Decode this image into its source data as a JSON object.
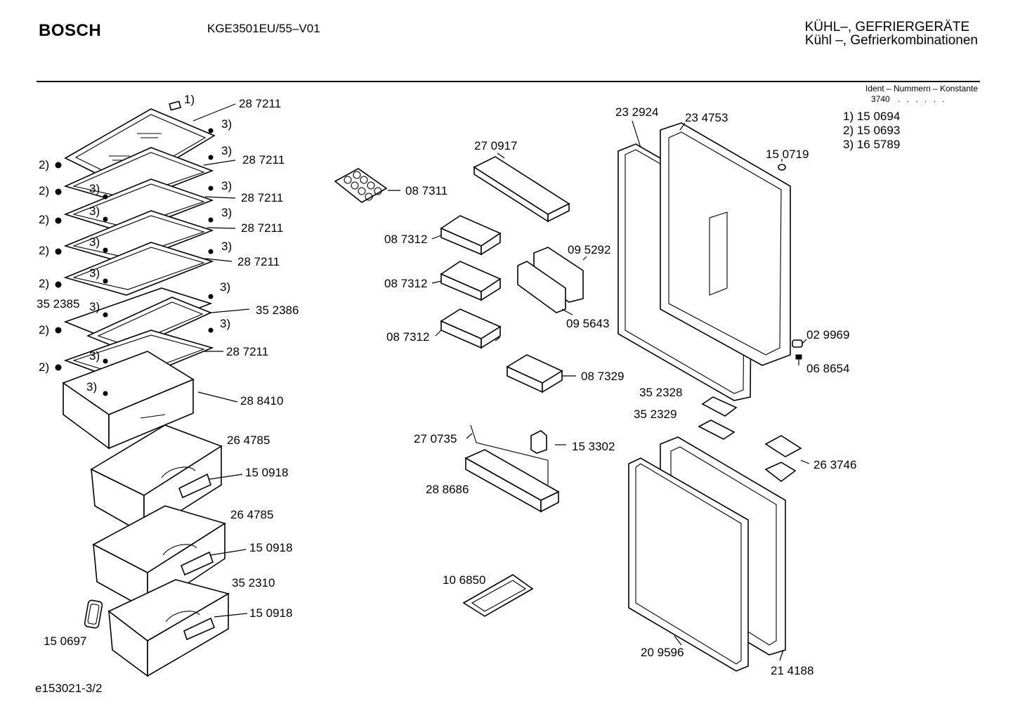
{
  "header": {
    "brand": "BOSCH",
    "model": "KGE3501EU/55–V01",
    "category_line1": "KÜHL–, GEFRIERGERÄTE",
    "category_line2": "Kühl –, Gefrierkombinationen"
  },
  "ident": {
    "title": "Ident – Nummern – Konstante",
    "code": "3740",
    "dots": ". . . . . .",
    "refs": [
      {
        "label": "1) 15 0694"
      },
      {
        "label": "2) 15 0693"
      },
      {
        "label": "3) 16 5789"
      }
    ]
  },
  "footer": {
    "drawing_id": "e153021-3/2"
  },
  "callouts": [
    "28 7211",
    "28 7211",
    "28 7211",
    "28 7211",
    "28 7211",
    "35 2385",
    "35 2386",
    "28 7211",
    "28 8410",
    "26 4785",
    "15 0918",
    "26 4785",
    "15 0918",
    "35 2310",
    "15 0918",
    "15 0697",
    "27 0917",
    "08 7311",
    "08 7312",
    "08 7312",
    "08 7312",
    "09 5292",
    "09 5643",
    "08 7329",
    "27 0735",
    "15 3302",
    "28 8686",
    "10 6850",
    "23 2924",
    "23 4753",
    "15 0719",
    "02 9969",
    "06 8654",
    "35 2328",
    "35 2329",
    "26 3746",
    "20 9596",
    "21 4188"
  ],
  "markers": {
    "m1": "1)",
    "m2": "2)",
    "m3": "3)"
  }
}
